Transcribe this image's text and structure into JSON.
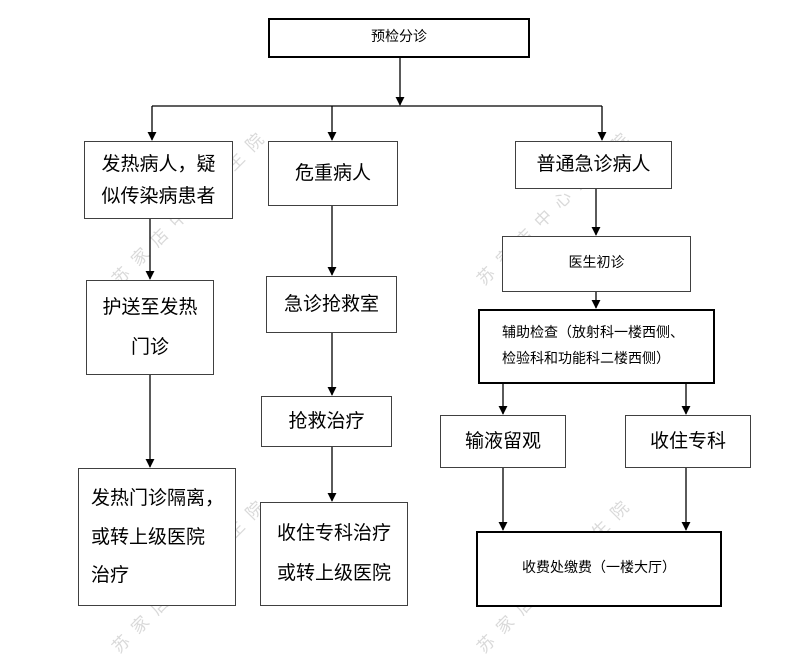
{
  "watermark": "苏家店中心卫生院",
  "nodes": {
    "triage": "预检分诊",
    "fever_patient": "发热病人，疑\n似传染病患者",
    "critical_patient": "危重病人",
    "normal_patient": "普通急诊病人",
    "to_fever_clinic": "护送至发热\n门诊",
    "emergency_room": "急诊抢救室",
    "doctor_first_visit": "医生初诊",
    "auxiliary_exam": "辅助检查（放射科一楼西侧、\n检验科和功能科二楼西侧）",
    "rescue_treatment": "抢救治疗",
    "infusion_observation": "输液留观",
    "admit_specialty": "收住专科",
    "fever_isolation": "发热门诊隔离，\n或转上级医院\n治疗",
    "admit_or_transfer": "收住专科治疗\n或转上级医院",
    "payment": "收费处缴费（一楼大厅）"
  }
}
